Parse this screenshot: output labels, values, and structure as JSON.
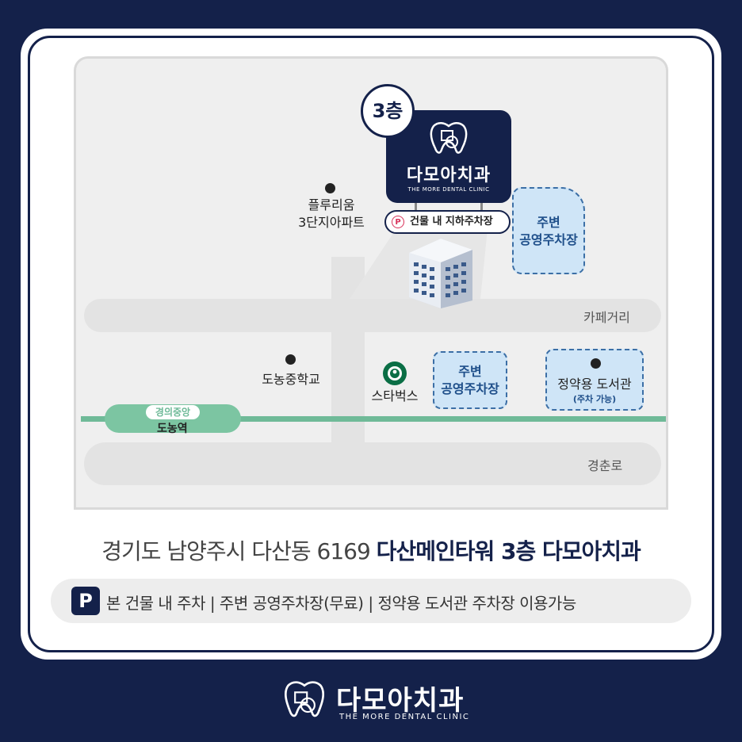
{
  "map": {
    "roads": {
      "cafe_street": "카페거리",
      "gyeongchun_road": "경춘로"
    },
    "station": {
      "line": "경의중앙",
      "name": "도농역"
    },
    "landmarks": {
      "apartment_line1": "플루리움",
      "apartment_line2": "3단지아파트",
      "school": "도농중학교",
      "starbucks": "스타벅스"
    },
    "parking_lots": {
      "top_right_line1": "주변",
      "top_right_line2": "공영주차장",
      "middle_line1": "주변",
      "middle_line2": "공영주차장"
    },
    "library": {
      "name": "정약용 도서관",
      "note": "(주차 가능)"
    },
    "clinic": {
      "floor": "3층",
      "name": "다모아치과",
      "subtitle": "THE MORE DENTAL CLINIC",
      "parking_icon": "P",
      "parking_label": "건물 내 지하주차장"
    },
    "colors": {
      "navy": "#14214a",
      "rail_green": "#6fba98",
      "parking_blue": "#cfe5f7"
    }
  },
  "address": {
    "plain": "경기도 남양주시 다산동 6169",
    "bold": "다산메인타워 3층 다모아치과"
  },
  "parking_info": {
    "icon": "P",
    "text": "본 건물 내 주차 | 주변 공영주차장(무료) | 정약용 도서관 주차장 이용가능"
  },
  "footer": {
    "name": "다모아치과",
    "subtitle": "THE MORE DENTAL CLINIC"
  }
}
